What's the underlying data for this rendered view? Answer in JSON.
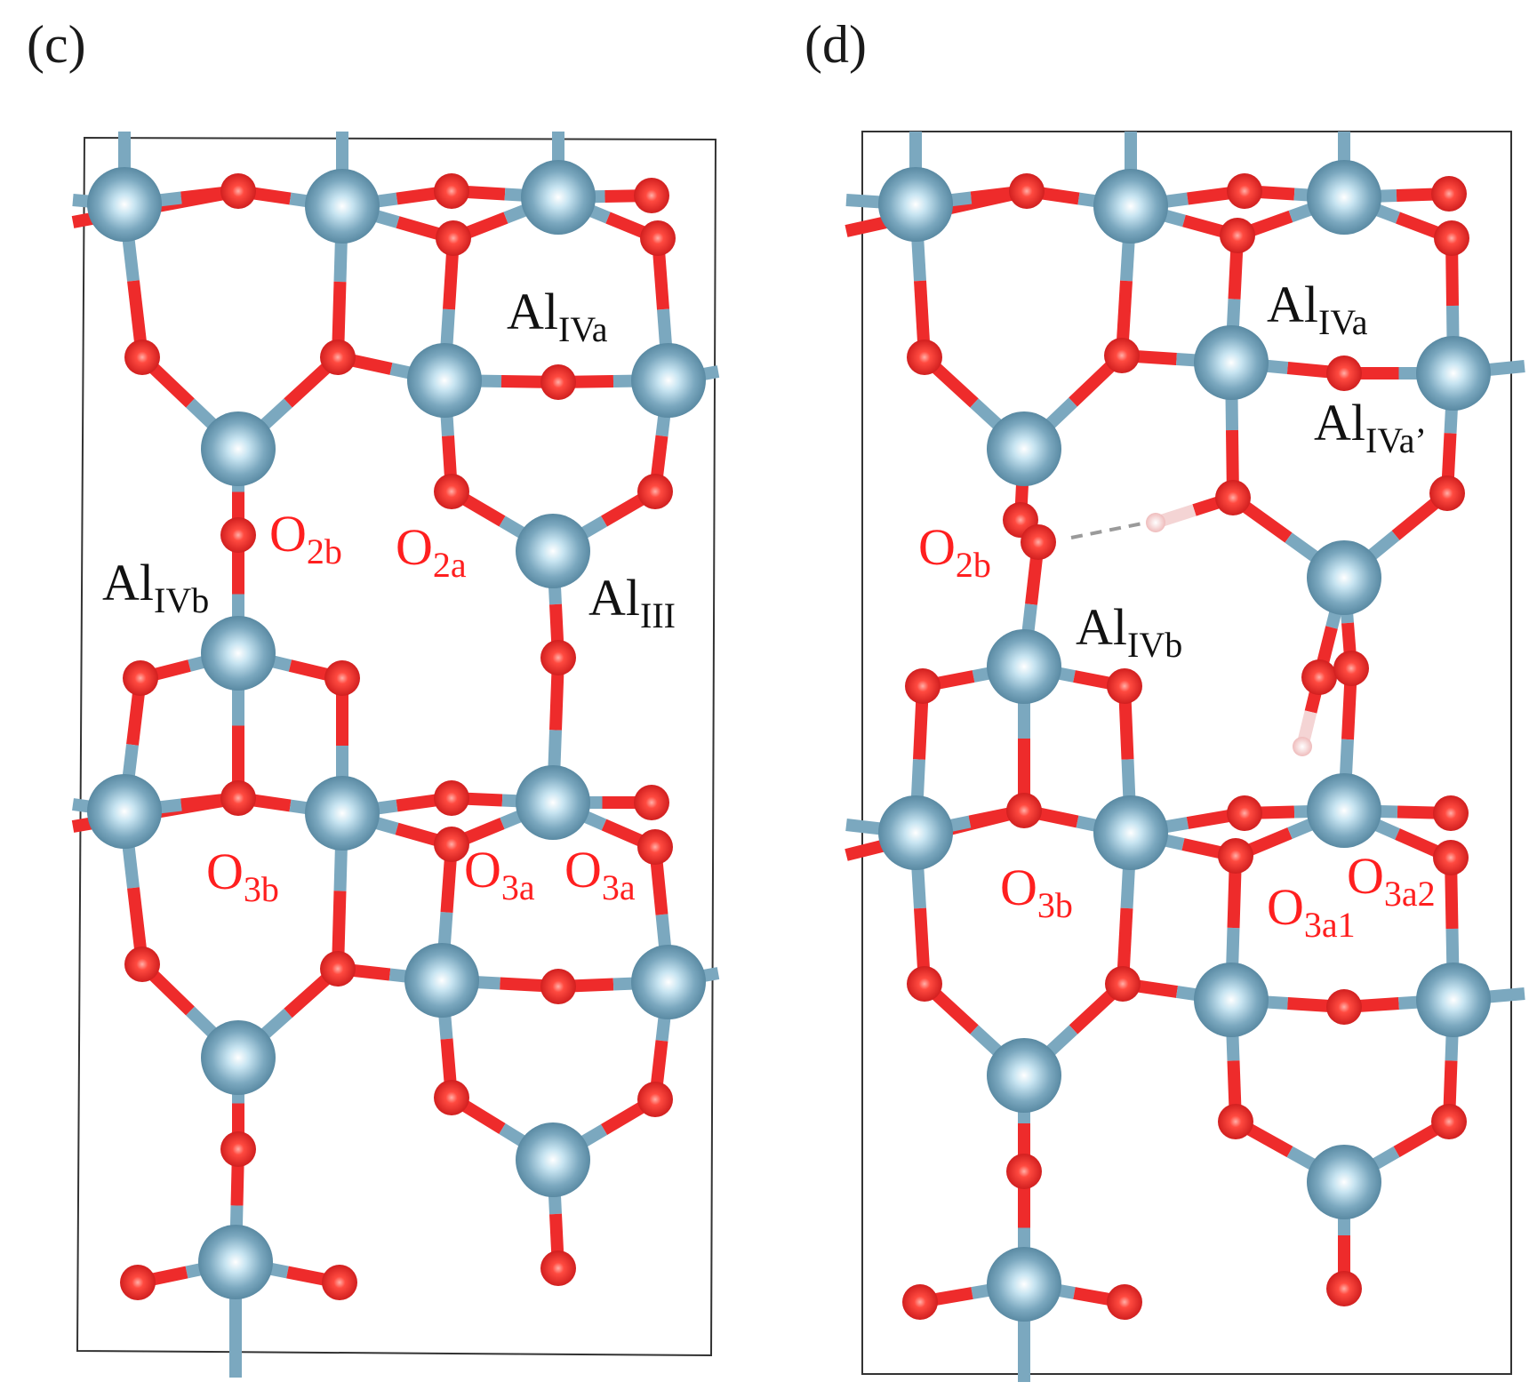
{
  "panels": [
    {
      "id": "c",
      "label": "(c)",
      "atom_labels": [
        {
          "base": "Al",
          "sub": "IVa",
          "color": "black"
        },
        {
          "base": "O",
          "sub": "2b",
          "color": "red"
        },
        {
          "base": "O",
          "sub": "2a",
          "color": "red"
        },
        {
          "base": "Al",
          "sub": "IVb",
          "color": "black"
        },
        {
          "base": "Al",
          "sub": "III",
          "color": "black"
        },
        {
          "base": "O",
          "sub": "3b",
          "color": "red"
        },
        {
          "base": "O",
          "sub": "3a",
          "color": "red"
        },
        {
          "base": "O",
          "sub": "3a",
          "color": "red"
        }
      ]
    },
    {
      "id": "d",
      "label": "(d)",
      "atom_labels": [
        {
          "base": "Al",
          "sub": "IVa",
          "color": "black"
        },
        {
          "base": "Al",
          "sub": "IVa’",
          "color": "black"
        },
        {
          "base": "O",
          "sub": "2b",
          "color": "red"
        },
        {
          "base": "Al",
          "sub": "IVb",
          "color": "black"
        },
        {
          "base": "O",
          "sub": "3b",
          "color": "red"
        },
        {
          "base": "O",
          "sub": "3a1",
          "color": "red"
        },
        {
          "base": "O",
          "sub": "3a2",
          "color": "red"
        }
      ]
    }
  ],
  "colors": {
    "aluminum": "#7ba8bf",
    "oxygen": "#ee2b2b",
    "hydrogen": "#f4d4d4",
    "cell_border": "#333333",
    "hydrogen_bond": "#9a9a9a"
  }
}
